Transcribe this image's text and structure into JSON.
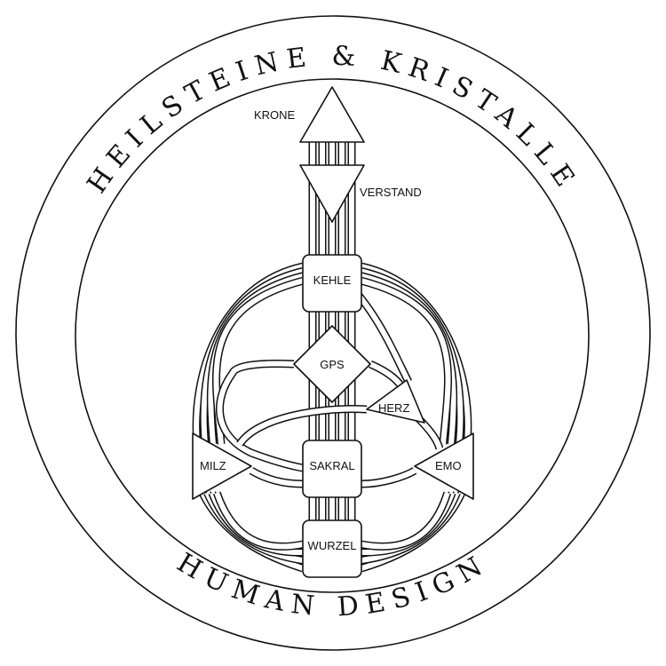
{
  "logo": {
    "top_text": "HEILSTEINE & KRISTALLE",
    "bottom_text": "HUMAN DESIGN"
  },
  "centers": {
    "krone": "KRONE",
    "verstand": "VERSTAND",
    "kehle": "KEHLE",
    "gps": "GPS",
    "herz": "HERZ",
    "milz": "MILZ",
    "sakral": "SAKRAL",
    "emo": "EMO",
    "wurzel": "WURZEL"
  },
  "colors": {
    "line": "#111111",
    "background": "#ffffff"
  }
}
